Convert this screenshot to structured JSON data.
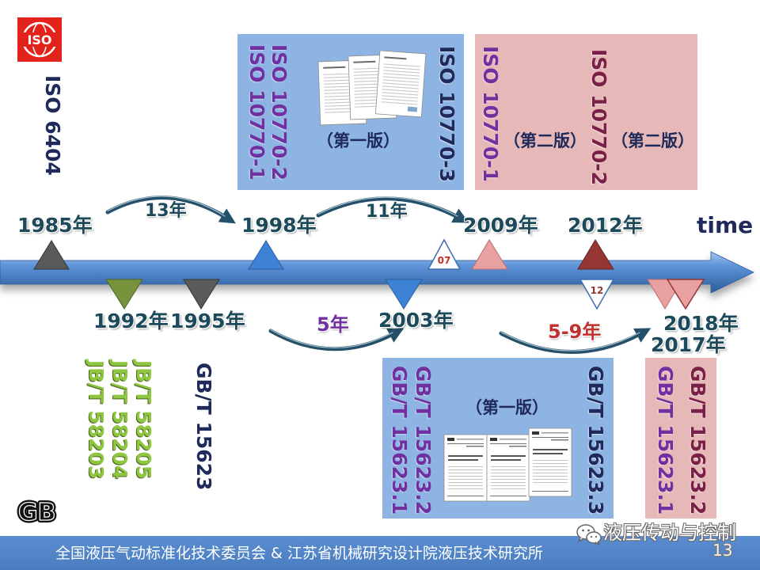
{
  "logos": {
    "iso_lettering": "ISO",
    "gb_lettering": "GB",
    "icons": [
      "iso-logo",
      "gb-logo",
      "wechat-icon",
      "document-page"
    ]
  },
  "colors": {
    "navy": "#1f2a5a",
    "purple": "#7030a0",
    "maroon": "#7a2048",
    "green": "#8dc63f",
    "teal": "#1d4a5a",
    "red": "#c0302f",
    "blue_box": "#8eb4e3",
    "pink_box": "#e6b9b8",
    "timeline_bar": "#4a7fc4",
    "footer_bar": "#4a7dbf",
    "marker_gray": "#5a5a5a",
    "marker_green": "#77933c",
    "marker_blue": "#3e82d6",
    "marker_pink": "#e8a0a0",
    "marker_darkred": "#943634"
  },
  "iso": {
    "iso_6404": "ISO 6404",
    "first_edition": {
      "part1": "ISO 10770-1",
      "part2": "ISO 10770-2",
      "edition": "（第一版）",
      "part3": "ISO 10770-3"
    },
    "second_edition": {
      "part1": "ISO 10770-1",
      "part1_edition": "（第二版）",
      "part2": "ISO 10770-2",
      "part2_edition": "（第二版）"
    }
  },
  "timeline": {
    "axis_label": "time",
    "years_above": {
      "y1985": "1985年",
      "y1998": "1998年",
      "y2009": "2009年",
      "y2012": "2012年"
    },
    "years_below": {
      "y1992": "1992年",
      "y1995": "1995年",
      "y2003": "2003年",
      "y2018": "2018年",
      "y2017": "2017年"
    },
    "intervals": {
      "i13": "13年",
      "i11": "11年",
      "i5": "5年",
      "i5_9": "5-9年"
    },
    "markers": {
      "m07": "07",
      "m12": "12"
    }
  },
  "jb": {
    "jb58203": "JB/T 58203",
    "jb58204": "JB/T 58204",
    "jb58205": "JB/T 58205"
  },
  "gb": {
    "gb15623": "GB/T 15623",
    "first_edition": {
      "part1": "GB/T 15623.1",
      "part2": "GB/T 15623.2",
      "edition": "（第一版）",
      "part3": "GB/T 15623.3"
    },
    "second_edition": {
      "part1": "GB/T 15623.1",
      "part2": "GB/T 15623.2"
    }
  },
  "footer": {
    "organizations": "全国液压气动标准化技术委员会 & 江苏省机械研究设计院液压技术研究所",
    "watermark": "液压传动与控制",
    "page_number": "13"
  }
}
